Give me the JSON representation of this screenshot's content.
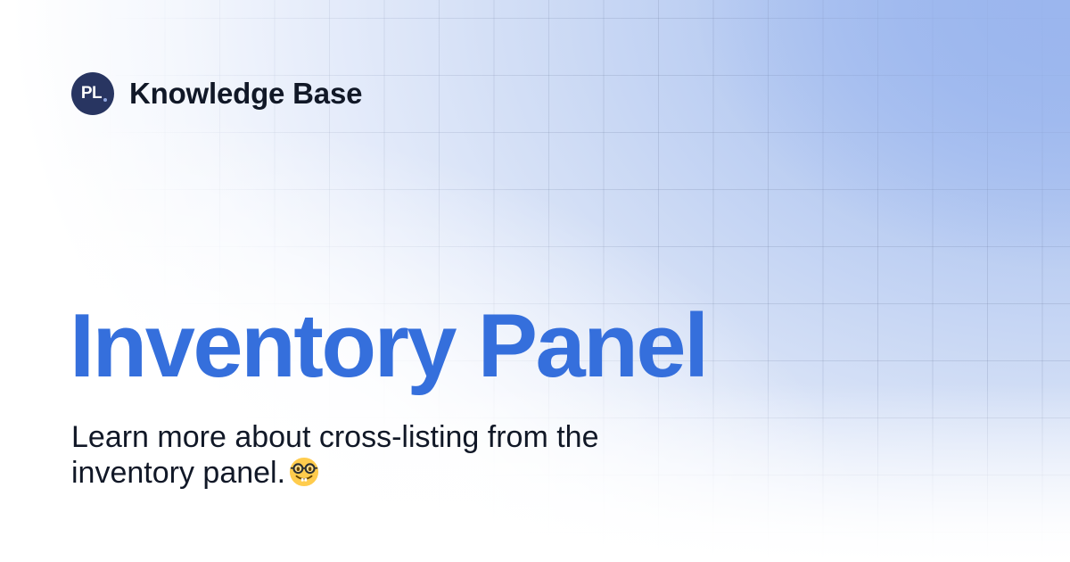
{
  "brand": {
    "logo_text": "PL",
    "name": "Knowledge Base"
  },
  "article": {
    "title": "Inventory Panel",
    "description": "Learn more about cross-listing from the inventory panel.",
    "emoji": "nerd-face"
  },
  "colors": {
    "title": "#356FDC",
    "text": "#111827",
    "logo_bg": "#283561",
    "gradient_corner": "#9DB8EE"
  }
}
